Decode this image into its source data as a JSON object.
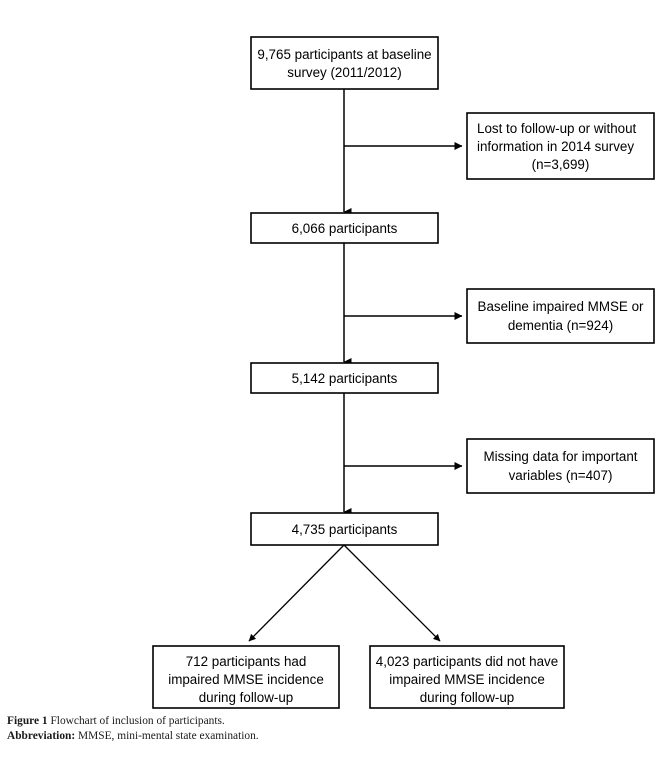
{
  "figure": {
    "type": "flowchart",
    "title": "Flowchart of inclusion of participants",
    "caption_label": "Figure 1",
    "caption_text": "Flowchart of inclusion of participants.",
    "abbrev_label": "Abbreviation:",
    "abbrev_text": "MMSE, mini-mental state examination.",
    "colors": {
      "box_fill": "#ffffff",
      "box_stroke": "#000000",
      "text": "#000000",
      "caption_text": "#1a1a1a"
    }
  },
  "flow": {
    "main_nodes": [
      {
        "id": "baseline",
        "lines": [
          "9,765 participants at baseline",
          "survey (2011/2012)"
        ],
        "count": 9765,
        "align": "center"
      },
      {
        "id": "step1",
        "lines": [
          "6,066 participants"
        ],
        "count": 6066,
        "align": "center"
      },
      {
        "id": "step2",
        "lines": [
          "5,142 participants"
        ],
        "count": 5142,
        "align": "center"
      },
      {
        "id": "step3",
        "lines": [
          "4,735 participants"
        ],
        "count": 4735,
        "align": "center"
      }
    ],
    "exclusion_nodes": [
      {
        "id": "excl1",
        "lines": [
          "Lost to follow-up or without",
          "information in 2014 survey",
          "(n=3,699)"
        ],
        "count": 3699,
        "align": "left"
      },
      {
        "id": "excl2",
        "lines": [
          "Baseline impaired MMSE or",
          "dementia (n=924)"
        ],
        "count": 924,
        "align": "center"
      },
      {
        "id": "excl3",
        "lines": [
          "Missing data for important",
          "variables (n=407)"
        ],
        "count": 407,
        "align": "center"
      }
    ],
    "outcome_nodes": [
      {
        "id": "outcome-incident",
        "lines": [
          "712 participants had",
          "impaired MMSE incidence",
          "during follow-up"
        ],
        "count": 712,
        "align": "center"
      },
      {
        "id": "outcome-non-incident",
        "lines": [
          "4,023 participants did not have",
          "impaired MMSE incidence",
          "during follow-up"
        ],
        "count": 4023,
        "align": "center"
      }
    ]
  }
}
